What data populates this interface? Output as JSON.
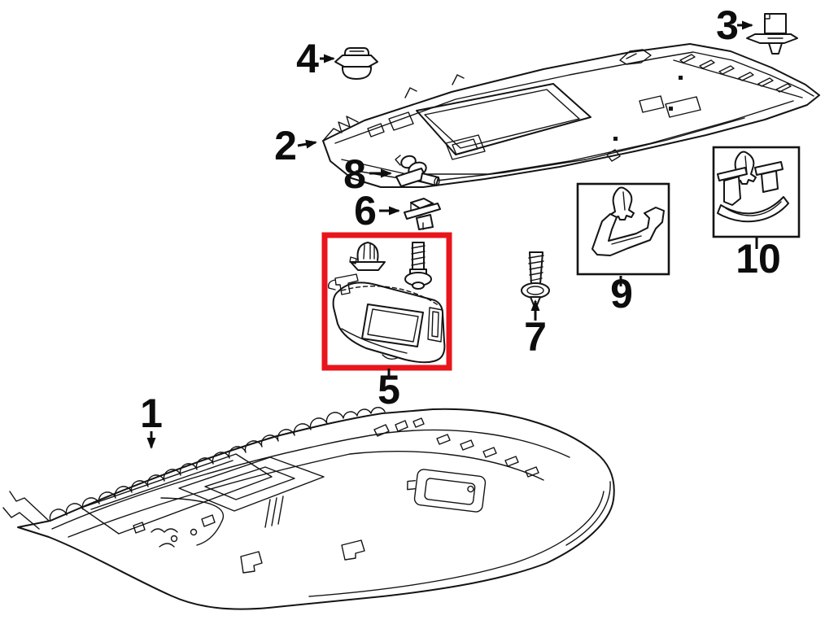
{
  "diagram": {
    "background": "#ffffff",
    "line_color": "#141414",
    "highlight_color": "#e8151c",
    "highlighted_part_number": "5"
  },
  "parts": [
    {
      "number": "1",
      "drawing": "headliner-panel"
    },
    {
      "number": "2",
      "drawing": "roof-frame-panel"
    },
    {
      "number": "3",
      "drawing": "push-pin-clip"
    },
    {
      "number": "4",
      "drawing": "grommet-clip"
    },
    {
      "number": "5",
      "drawing": "sun-visor-with-clip-and-screw",
      "highlighted": true
    },
    {
      "number": "6",
      "drawing": "square-clip"
    },
    {
      "number": "7",
      "drawing": "flanged-screw"
    },
    {
      "number": "8",
      "drawing": "harness-clip"
    },
    {
      "number": "9",
      "drawing": "grab-handle-with-clip"
    },
    {
      "number": "10",
      "drawing": "grab-handle-with-two-clips"
    }
  ]
}
